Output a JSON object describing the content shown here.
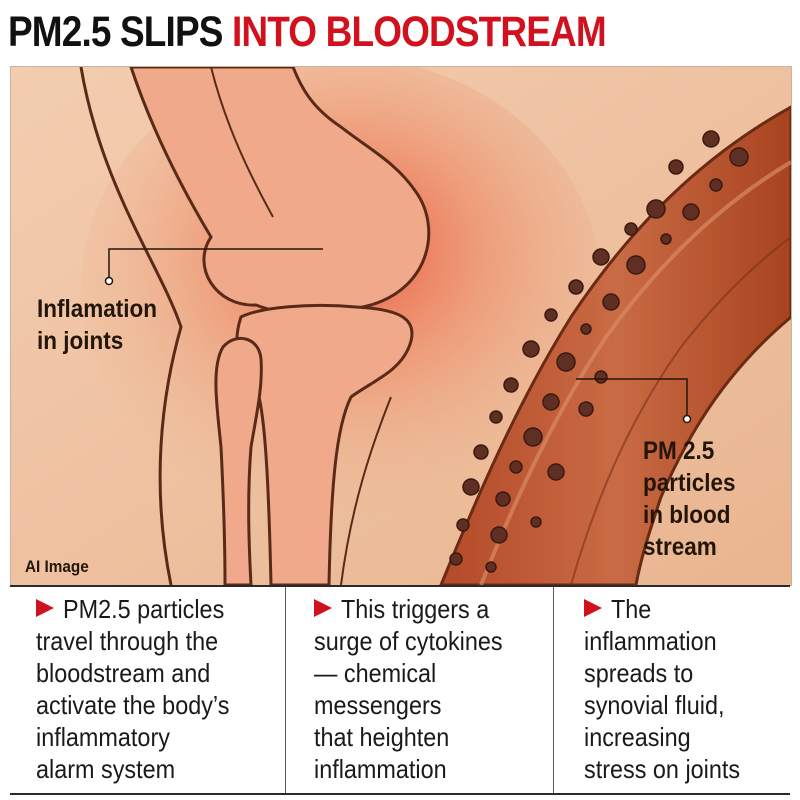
{
  "headline": {
    "part1": "PM2.5 SLIPS",
    "part2": "INTO BLOODSTREAM"
  },
  "illustration": {
    "label_joint": "Inflamation\nin joints",
    "label_particles": "PM 2.5\nparticles\nin blood\nstream",
    "credit": "AI Image"
  },
  "facts": [
    {
      "text": "PM2.5 particles\ntravel through the\nbloodstream and\nactivate the body’s\ninflammatory\nalarm system"
    },
    {
      "text": "This triggers a\nsurge of cytokines\n— chemical\nmessengers\nthat heighten\ninflammation"
    },
    {
      "text": "The\ninflammation\nspreads to\nsynovial fluid,\nincreasing\nstress on joints"
    }
  ],
  "colors": {
    "accent_red": "#d1121e",
    "background_tan": "#eab996",
    "vessel": "#b9502c",
    "particle": "#5e2f22"
  }
}
